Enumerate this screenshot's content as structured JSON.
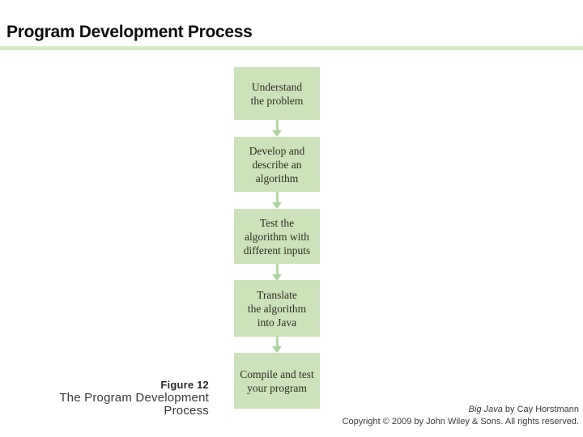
{
  "slide": {
    "title": "Program Development Process"
  },
  "flowchart": {
    "steps": [
      {
        "label": "Understand\nthe problem"
      },
      {
        "label": "Develop and\ndescribe an\nalgorithm"
      },
      {
        "label": "Test the\nalgorithm with\ndifferent inputs"
      },
      {
        "label": "Translate\nthe algorithm\ninto Java"
      },
      {
        "label": "Compile and test\nyour program"
      }
    ]
  },
  "caption": {
    "figure_label": "Figure 12",
    "figure_title": "The Program Development Process"
  },
  "credits": {
    "book_title": "Big Java",
    "byline": " by Cay Horstmann",
    "copyright": "Copyright © 2009 by John Wiley & Sons.  All rights reserved."
  },
  "colors": {
    "box_fill": "#cbe2ba",
    "accent_rule": "#d9ecc9",
    "arrow": "#b5d9a5",
    "title_text": "#0d0d0d",
    "caption_text": "#3a3a3a"
  }
}
